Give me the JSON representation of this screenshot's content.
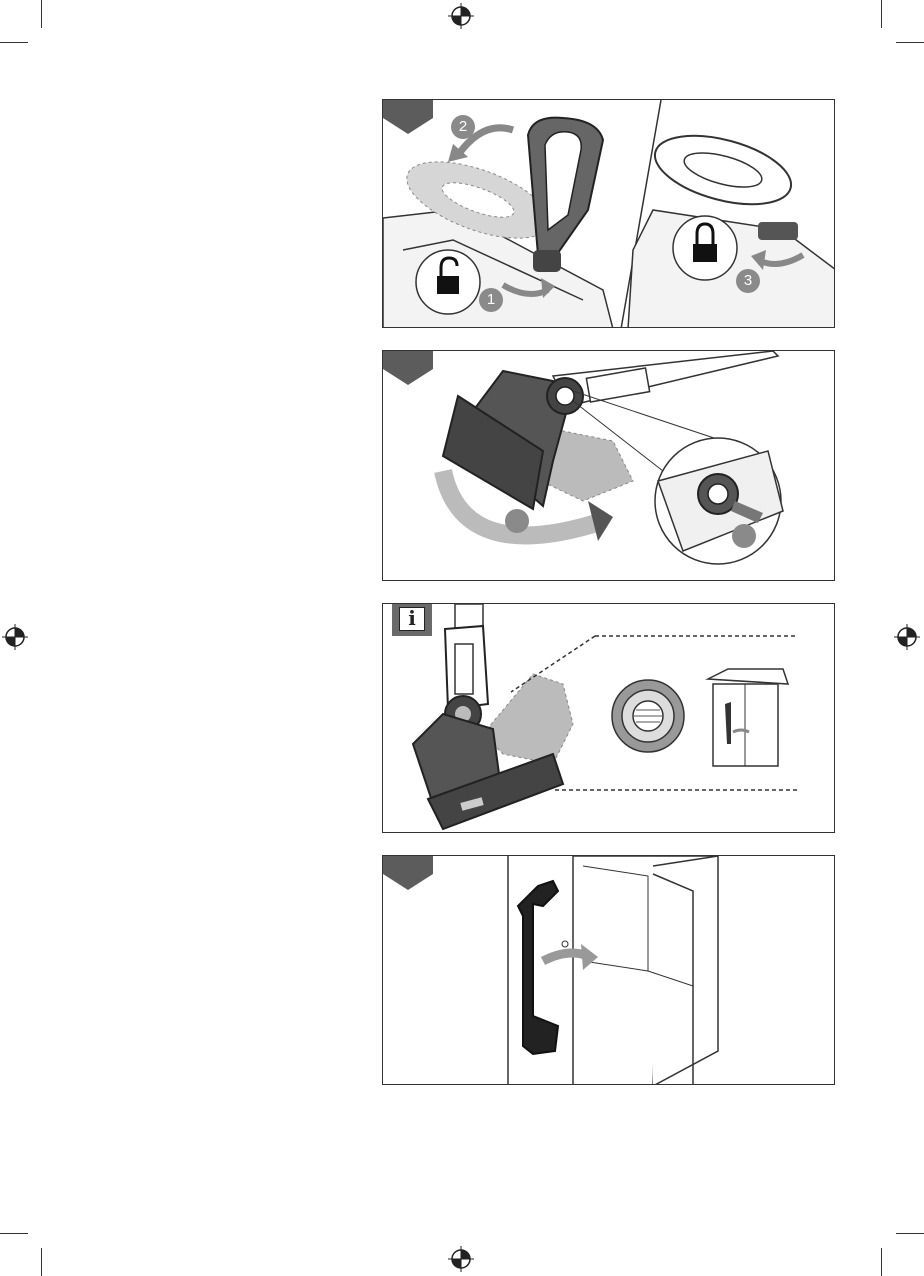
{
  "info_symbol": "i",
  "steps": [
    "2",
    "1",
    "3"
  ],
  "icons": {
    "unlock": "unlock-icon",
    "lock": "lock-icon",
    "registration": "registration-mark-icon"
  },
  "colors": {
    "dark": "#5c5c5c",
    "mid": "#8a8a8a",
    "light": "#d0d0d0",
    "outline": "#333333"
  }
}
